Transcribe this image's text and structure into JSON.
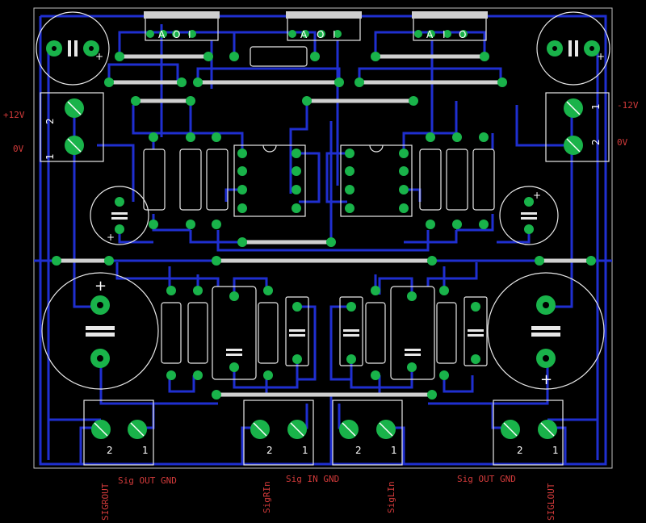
{
  "labels": {
    "plus12v": "+12V",
    "zero_v_left": "0V",
    "minus12v": "-12V",
    "zero_v_right": "0V",
    "sig_out_gnd_left": "Sig OUT GND",
    "sig_in_gnd": "Sig IN GND",
    "sig_out_gnd_right": "Sig OUT GND",
    "sigrout": "SIGROUT",
    "sigrin": "SigRIn",
    "siglin": "SigLIn",
    "siglout": "SIGLOUT"
  },
  "pin_labels": {
    "ic_pins": [
      "A",
      "O",
      "I"
    ],
    "one": "1",
    "two": "2",
    "plus": "+"
  },
  "colors": {
    "background": "#000000",
    "trace": "#1f2fd0",
    "pad": "#19b34a",
    "silkscreen": "#ffffff",
    "text": "#d23a3a"
  }
}
